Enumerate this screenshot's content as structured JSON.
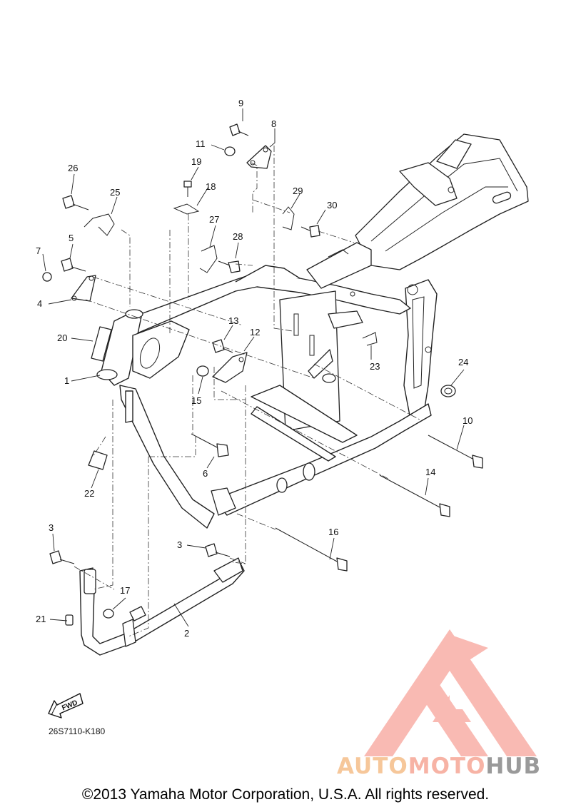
{
  "diagram": {
    "code": "26S7110-K180",
    "fwd_label": "FWD",
    "copyright": "©2013 Yamaha Motor Corporation, U.S.A. All rights reserved."
  },
  "watermark": {
    "brand_part1": "AUTO",
    "brand_part2": "MOTO",
    "brand_part3": "HUB",
    "colors": {
      "auto": "#f6c79a",
      "moto": "#f7b3a5",
      "hub": "#9a9a9a",
      "logo": "#f7a39a"
    }
  },
  "callouts": [
    {
      "id": "c1",
      "text": "1"
    },
    {
      "id": "c2",
      "text": "2"
    },
    {
      "id": "c3a",
      "text": "3"
    },
    {
      "id": "c3b",
      "text": "3"
    },
    {
      "id": "c4",
      "text": "4"
    },
    {
      "id": "c5",
      "text": "5"
    },
    {
      "id": "c6",
      "text": "6"
    },
    {
      "id": "c7",
      "text": "7"
    },
    {
      "id": "c8",
      "text": "8"
    },
    {
      "id": "c9",
      "text": "9"
    },
    {
      "id": "c10",
      "text": "10"
    },
    {
      "id": "c11",
      "text": "11"
    },
    {
      "id": "c12",
      "text": "12"
    },
    {
      "id": "c13",
      "text": "13"
    },
    {
      "id": "c14",
      "text": "14"
    },
    {
      "id": "c15",
      "text": "15"
    },
    {
      "id": "c16",
      "text": "16"
    },
    {
      "id": "c17",
      "text": "17"
    },
    {
      "id": "c18",
      "text": "18"
    },
    {
      "id": "c19",
      "text": "19"
    },
    {
      "id": "c20",
      "text": "20"
    },
    {
      "id": "c21",
      "text": "21"
    },
    {
      "id": "c22",
      "text": "22"
    },
    {
      "id": "c23",
      "text": "23"
    },
    {
      "id": "c24",
      "text": "24"
    },
    {
      "id": "c25",
      "text": "25"
    },
    {
      "id": "c26",
      "text": "26"
    },
    {
      "id": "c27",
      "text": "27"
    },
    {
      "id": "c28",
      "text": "28"
    },
    {
      "id": "c29",
      "text": "29"
    },
    {
      "id": "c30",
      "text": "30"
    }
  ]
}
